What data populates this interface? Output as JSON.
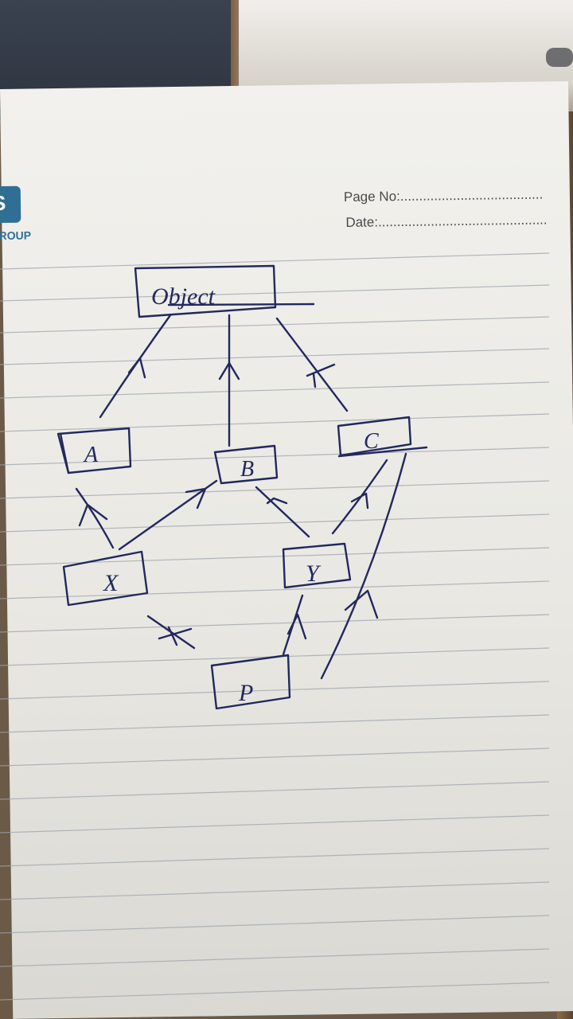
{
  "header": {
    "page_no": "Page No:......................................",
    "date": "Date:.............................................",
    "logo_letter": "S",
    "logo_word": "ROUP"
  },
  "diagram": {
    "nodes": {
      "object": "Object",
      "a": "A",
      "b": "B",
      "c": "C",
      "x": "X",
      "y": "Y",
      "p": "P"
    }
  },
  "colors": {
    "ink": "#23285e",
    "rule": "#9aa0a8",
    "paper": "#efeeea"
  }
}
